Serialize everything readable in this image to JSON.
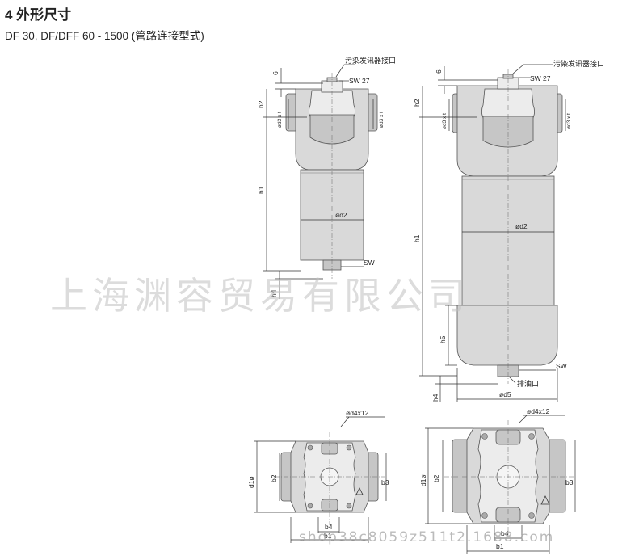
{
  "heading": {
    "title": "4 外形尺寸",
    "subtitle": "DF 30, DF/DFF 60 - 1500 (管路连接型式)"
  },
  "labels": {
    "indicator": "污染发讯器接口",
    "sw27": "SW 27",
    "six": "6",
    "h1": "h1",
    "h2": "h2",
    "h4": "h4",
    "h5": "h5",
    "d2": "ød2",
    "d3": "ød3 x t",
    "d5": "ød5",
    "sw": "SW",
    "drain": "排油口",
    "d4": "ød4x12",
    "d1": "d1ø",
    "b1": "b1",
    "b2": "b2",
    "b3": "b3",
    "b4": "b4"
  },
  "watermark": {
    "company": "上海渊容贸易有限公司",
    "shop": "shop38c8059z511t2.1688.com"
  }
}
